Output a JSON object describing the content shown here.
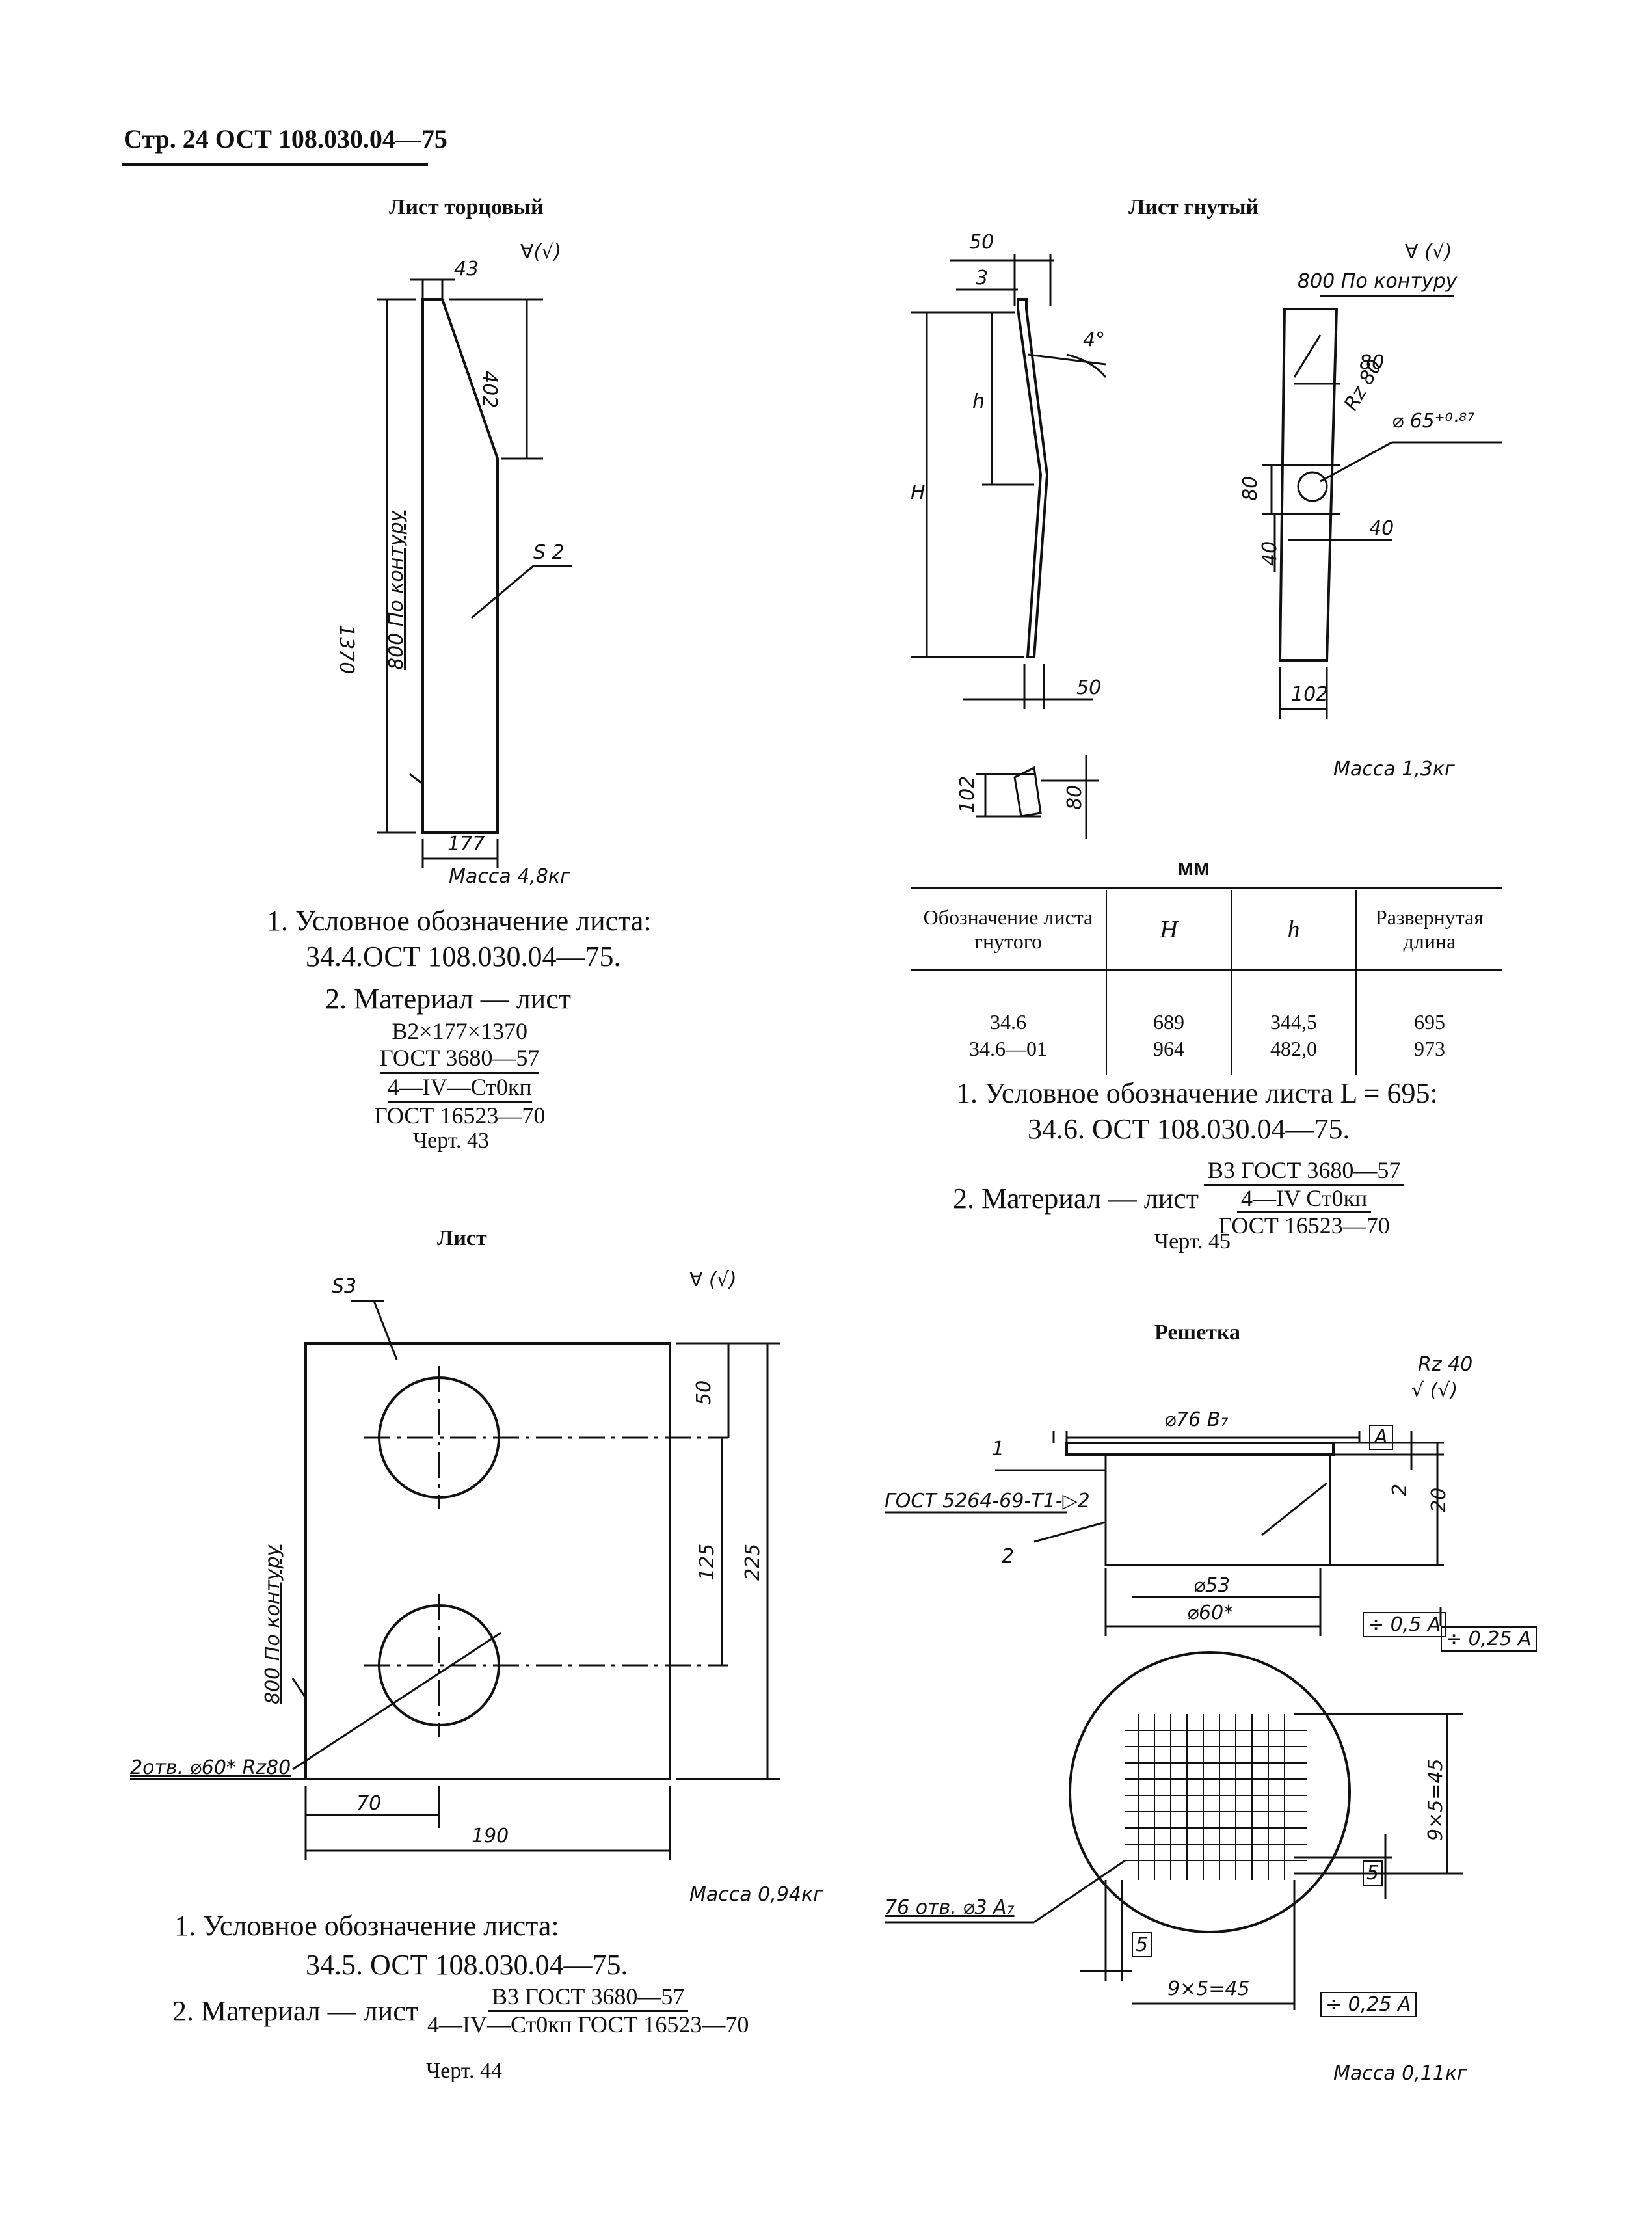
{
  "header": "Стр. 24  ОСТ 108.030.04—75",
  "fig43": {
    "title": "Лист торцовый",
    "roughness": "∀(√)",
    "dims": {
      "top": "43",
      "side": "402",
      "height": "1370",
      "width": "177"
    },
    "label_s": "S 2",
    "contour": "800 По контуру",
    "mass": "Масса 4,8кг",
    "note1_line1": "1. Условное обозначение листа:",
    "note1_line2": "34.4.ОСТ 108.030.04—75.",
    "note2_line1": "2. Материал — лист",
    "note2_f1": "В2×177×1370",
    "note2_f2": "ГОСТ 3680—57",
    "note2_f3": "4—IV—Ст0кп",
    "note2_f4": "ГОСТ 16523—70",
    "caption": "Черт. 43"
  },
  "fig45": {
    "title": "Лист гнутый",
    "roughness": "∀ (√)",
    "dims": {
      "top50": "50",
      "d3": "3",
      "angle": "4°",
      "h": "h",
      "H": "H",
      "bottom50": "50",
      "w80": "80",
      "v80": "80",
      "v40": "40",
      "w40": "40",
      "w102": "102",
      "s102": "102",
      "s80": "80"
    },
    "contour": "800 По контуру",
    "rz": "Rz 80",
    "hole": "⌀ 65⁺⁰·⁸⁷",
    "mass": "Масса 1,3кг",
    "unit": "мм",
    "table": {
      "headers": [
        "Обозначение листа гнутого",
        "H",
        "h",
        "Развернутая длина"
      ],
      "rows": [
        [
          "34.6",
          "689",
          "344,5",
          "695"
        ],
        [
          "34.6—01",
          "964",
          "482,0",
          "973"
        ]
      ]
    },
    "note1_line1": "1. Условное обозначение листа L = 695:",
    "note1_line2": "34.6. ОСТ 108.030.04—75.",
    "note2_pre": "2. Материал — лист",
    "note2_num": "В3 ГОСТ 3680—57",
    "note2_den": "4—IV Ст0кп",
    "note2_den2": "ГОСТ 16523—70",
    "caption": "Черт. 45"
  },
  "fig44": {
    "title": "Лист",
    "roughness": "∀ (√)",
    "label_s": "S3",
    "dims": {
      "d50": "50",
      "d125": "125",
      "d225": "225",
      "d70": "70",
      "d190": "190"
    },
    "contour": "800 По контуру",
    "holes": "2отв. ⌀60* Rz80",
    "mass": "Масса 0,94кг",
    "note1_line1": "1. Условное обозначение листа:",
    "note1_line2": "34.5. ОСТ 108.030.04—75.",
    "note2_pre": "2. Материал — лист",
    "note2_num": "В3 ГОСТ 3680—57",
    "note2_den": "4—IV—Ст0кп ГОСТ 16523—70",
    "caption": "Черт. 44"
  },
  "fig46": {
    "title": "Решетка",
    "roughness_rz": "Rz 40",
    "roughness": "√ (√)",
    "dims": {
      "d76": "⌀76 В₇",
      "a": "A",
      "d2": "2",
      "d20": "20",
      "d53": "⌀53",
      "d60": "⌀60*",
      "tol1": "÷ 0,5 A",
      "tol2": "÷ 0,25 A",
      "tol3": "÷ 0,25 A",
      "grid_v": "9×5=45",
      "grid_h": "9×5=45",
      "g5a": "5",
      "g5b": "5"
    },
    "callout1": "1",
    "callout2": "2",
    "weld": "ГОСТ 5264-69-Т1-▷2",
    "holes": "76 отв. ⌀3 А₇",
    "mass": "Масса 0,11кг"
  }
}
